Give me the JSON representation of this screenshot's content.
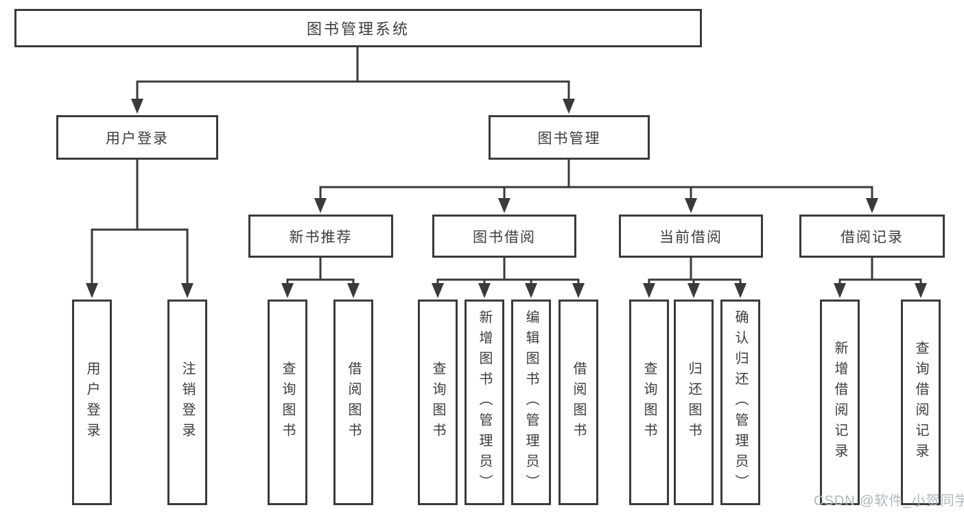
{
  "diagram": {
    "title": {
      "label": "图书管理系统"
    },
    "level2": [
      {
        "id": "user-login",
        "label": "用户登录"
      },
      {
        "id": "book-management",
        "label": "图书管理"
      }
    ],
    "level3": [
      {
        "id": "new-book-recommend",
        "label": "新书推荐",
        "parent": "图书管理"
      },
      {
        "id": "book-borrow",
        "label": "图书借阅",
        "parent": "图书管理"
      },
      {
        "id": "current-borrow",
        "label": "当前借阅",
        "parent": "图书管理"
      },
      {
        "id": "borrow-record",
        "label": "借阅记录",
        "parent": "图书管理"
      }
    ],
    "leaves": [
      {
        "parent": "用户登录",
        "label": "用户登录"
      },
      {
        "parent": "用户登录",
        "label": "注销登录"
      },
      {
        "parent": "新书推荐",
        "label": "查询图书"
      },
      {
        "parent": "新书推荐",
        "label": "借阅图书"
      },
      {
        "parent": "图书借阅",
        "label": "查询图书"
      },
      {
        "parent": "图书借阅",
        "label": "新增图书（管理员）"
      },
      {
        "parent": "图书借阅",
        "label": "编辑图书（管理员）"
      },
      {
        "parent": "图书借阅",
        "label": "借阅图书"
      },
      {
        "parent": "当前借阅",
        "label": "查询图书"
      },
      {
        "parent": "当前借阅",
        "label": "归还图书"
      },
      {
        "parent": "当前借阅",
        "label": "确认归还（管理员）"
      },
      {
        "parent": "借阅记录",
        "label": "新增借阅记录"
      },
      {
        "parent": "借阅记录",
        "label": "查询借阅记录"
      }
    ]
  },
  "watermark": {
    "text": "CSDN @软件_小贺同学"
  },
  "colors": {
    "line": "#3A3A3A",
    "box_border": "#3A3A3A",
    "text": "#3C3C3C",
    "background": "#FFFFFF",
    "watermark": "#B2B6BA"
  }
}
